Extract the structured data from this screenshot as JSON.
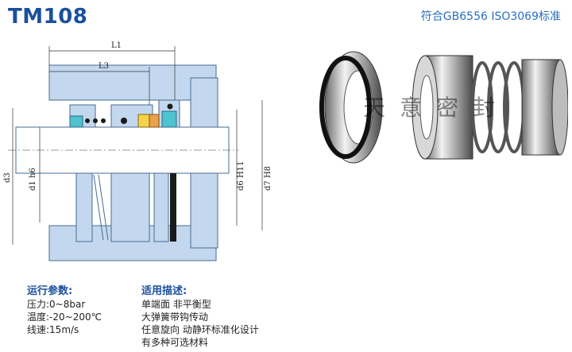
{
  "header": {
    "model": "TM108",
    "standard": "符合GB6556 ISO3069标准"
  },
  "drawing": {
    "dim_labels": {
      "L1": "L1",
      "L3": "L3",
      "d3": "d3",
      "d1": "d1 h6",
      "d6": "d6 H11",
      "d7": "d7 H8"
    }
  },
  "watermark": "天意密封",
  "colors": {
    "drawing_fill": "#c3d8ee",
    "drawing_line": "#4a6b92",
    "seal_yellow": "#f3d34a",
    "seal_orange": "#e9a24a",
    "seal_teal": "#4fc3cf",
    "title_blue": "#1a4f9c"
  },
  "params": {
    "heading": "运行参数:",
    "lines": [
      "压力:0~8bar",
      "温度:-20~200℃",
      "线速:15m/s"
    ]
  },
  "description": {
    "heading": "适用描述:",
    "lines": [
      "单端面  非平衡型",
      "大弹簧带钩传动",
      "任意旋向  动静环标准化设计",
      "有多种可选材料"
    ]
  }
}
